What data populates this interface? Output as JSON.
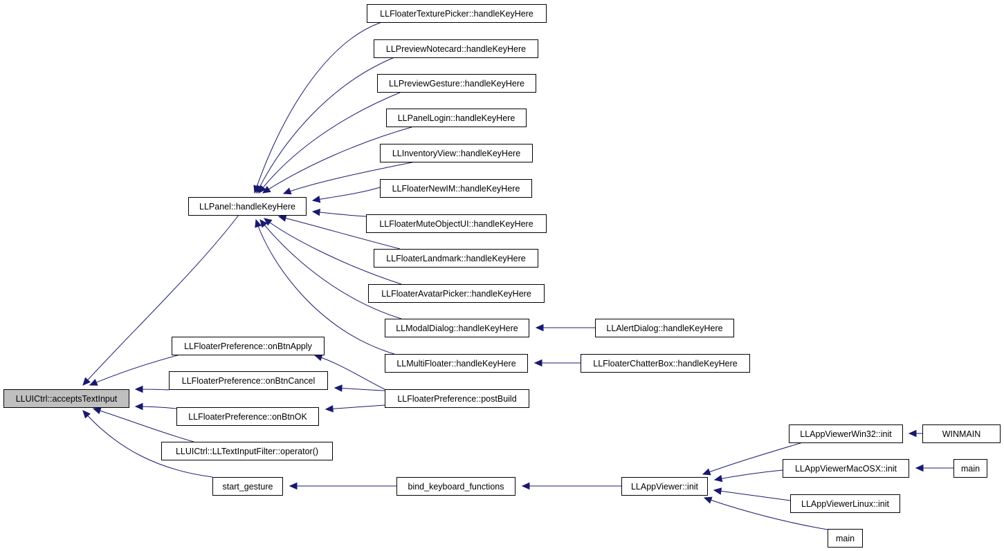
{
  "diagram": {
    "type": "call-graph",
    "edge_color": "#191970",
    "root_fill": "#bfbfbf",
    "nodes": [
      {
        "id": "accepts",
        "label": "LLUICtrl::acceptsTextInput",
        "root": true
      },
      {
        "id": "panel",
        "label": "LLPanel::handleKeyHere"
      },
      {
        "id": "texpicker",
        "label": "LLFloaterTexturePicker::handleKeyHere"
      },
      {
        "id": "notecard",
        "label": "LLPreviewNotecard::handleKeyHere"
      },
      {
        "id": "gesture",
        "label": "LLPreviewGesture::handleKeyHere"
      },
      {
        "id": "login",
        "label": "LLPanelLogin::handleKeyHere"
      },
      {
        "id": "invview",
        "label": "LLInventoryView::handleKeyHere"
      },
      {
        "id": "newim",
        "label": "LLFloaterNewIM::handleKeyHere"
      },
      {
        "id": "muteobj",
        "label": "LLFloaterMuteObjectUI::handleKeyHere"
      },
      {
        "id": "landmark",
        "label": "LLFloaterLandmark::handleKeyHere"
      },
      {
        "id": "avpicker",
        "label": "LLFloaterAvatarPicker::handleKeyHere"
      },
      {
        "id": "modal",
        "label": "LLModalDialog::handleKeyHere"
      },
      {
        "id": "alert",
        "label": "LLAlertDialog::handleKeyHere"
      },
      {
        "id": "multi",
        "label": "LLMultiFloater::handleKeyHere"
      },
      {
        "id": "chatter",
        "label": "LLFloaterChatterBox::handleKeyHere"
      },
      {
        "id": "apply",
        "label": "LLFloaterPreference::onBtnApply"
      },
      {
        "id": "cancel",
        "label": "LLFloaterPreference::onBtnCancel"
      },
      {
        "id": "ok",
        "label": "LLFloaterPreference::onBtnOK"
      },
      {
        "id": "postbuild",
        "label": "LLFloaterPreference::postBuild"
      },
      {
        "id": "filter",
        "label": "LLUICtrl::LLTextInputFilter::operator()"
      },
      {
        "id": "startg",
        "label": "start_gesture"
      },
      {
        "id": "bindkb",
        "label": "bind_keyboard_functions"
      },
      {
        "id": "appinit",
        "label": "LLAppViewer::init"
      },
      {
        "id": "win32",
        "label": "LLAppViewerWin32::init"
      },
      {
        "id": "winmain",
        "label": "WINMAIN"
      },
      {
        "id": "macosx",
        "label": "LLAppViewerMacOSX::init"
      },
      {
        "id": "main1",
        "label": "main"
      },
      {
        "id": "linux",
        "label": "LLAppViewerLinux::init"
      },
      {
        "id": "main2",
        "label": "main"
      }
    ],
    "edges": [
      {
        "from": "panel",
        "to": "accepts"
      },
      {
        "from": "texpicker",
        "to": "panel"
      },
      {
        "from": "notecard",
        "to": "panel"
      },
      {
        "from": "gesture",
        "to": "panel"
      },
      {
        "from": "login",
        "to": "panel"
      },
      {
        "from": "invview",
        "to": "panel"
      },
      {
        "from": "newim",
        "to": "panel"
      },
      {
        "from": "muteobj",
        "to": "panel"
      },
      {
        "from": "landmark",
        "to": "panel"
      },
      {
        "from": "avpicker",
        "to": "panel"
      },
      {
        "from": "modal",
        "to": "panel"
      },
      {
        "from": "multi",
        "to": "panel"
      },
      {
        "from": "alert",
        "to": "modal"
      },
      {
        "from": "chatter",
        "to": "multi"
      },
      {
        "from": "apply",
        "to": "accepts"
      },
      {
        "from": "cancel",
        "to": "accepts"
      },
      {
        "from": "ok",
        "to": "accepts"
      },
      {
        "from": "postbuild",
        "to": "apply"
      },
      {
        "from": "postbuild",
        "to": "cancel"
      },
      {
        "from": "postbuild",
        "to": "ok"
      },
      {
        "from": "filter",
        "to": "accepts"
      },
      {
        "from": "startg",
        "to": "accepts"
      },
      {
        "from": "bindkb",
        "to": "startg"
      },
      {
        "from": "appinit",
        "to": "bindkb"
      },
      {
        "from": "win32",
        "to": "appinit"
      },
      {
        "from": "macosx",
        "to": "appinit"
      },
      {
        "from": "linux",
        "to": "appinit"
      },
      {
        "from": "main2",
        "to": "appinit"
      },
      {
        "from": "winmain",
        "to": "win32"
      },
      {
        "from": "main1",
        "to": "macosx"
      }
    ]
  }
}
